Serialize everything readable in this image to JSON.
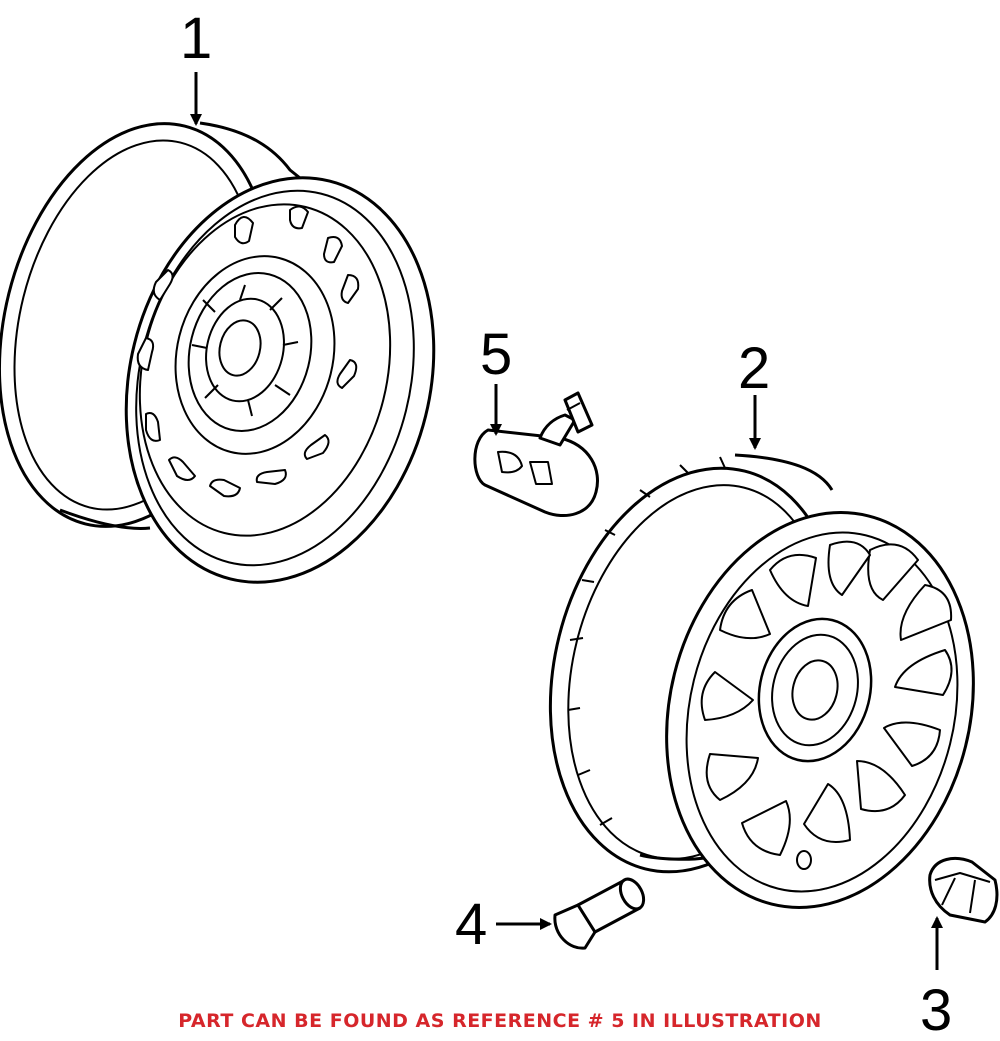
{
  "diagram": {
    "callouts": [
      {
        "id": "1",
        "label": "1"
      },
      {
        "id": "2",
        "label": "2"
      },
      {
        "id": "3",
        "label": "3"
      },
      {
        "id": "4",
        "label": "4"
      },
      {
        "id": "5",
        "label": "5"
      }
    ],
    "caption": "PART CAN BE FOUND AS REFERENCE # 5 IN ILLUSTRATION",
    "colors": {
      "line": "#000000",
      "caption": "#d6262b",
      "background": "#ffffff"
    }
  }
}
